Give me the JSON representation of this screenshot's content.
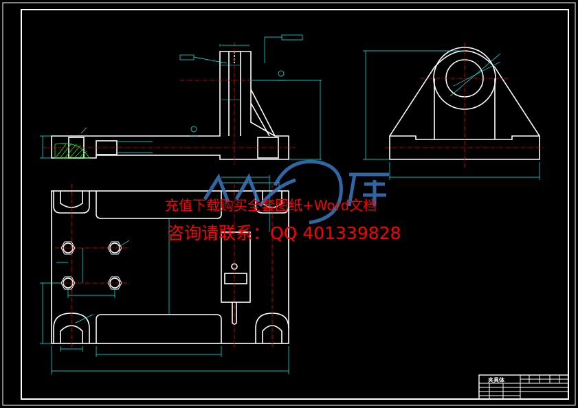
{
  "watermark": {
    "line1": "充值下载购买全套图纸+Word文档",
    "line2": "咨询请联系：QQ 401339828",
    "logo_text": "人人文库"
  },
  "title_block": {
    "title": "夹具体"
  },
  "colors": {
    "background": "#000000",
    "outline": "#ffffff",
    "dimension": "#00ffff",
    "centerline": "#ff0000",
    "hatch": "#00ff00",
    "watermark": "#ff0000",
    "logo": "#3a78c0"
  }
}
